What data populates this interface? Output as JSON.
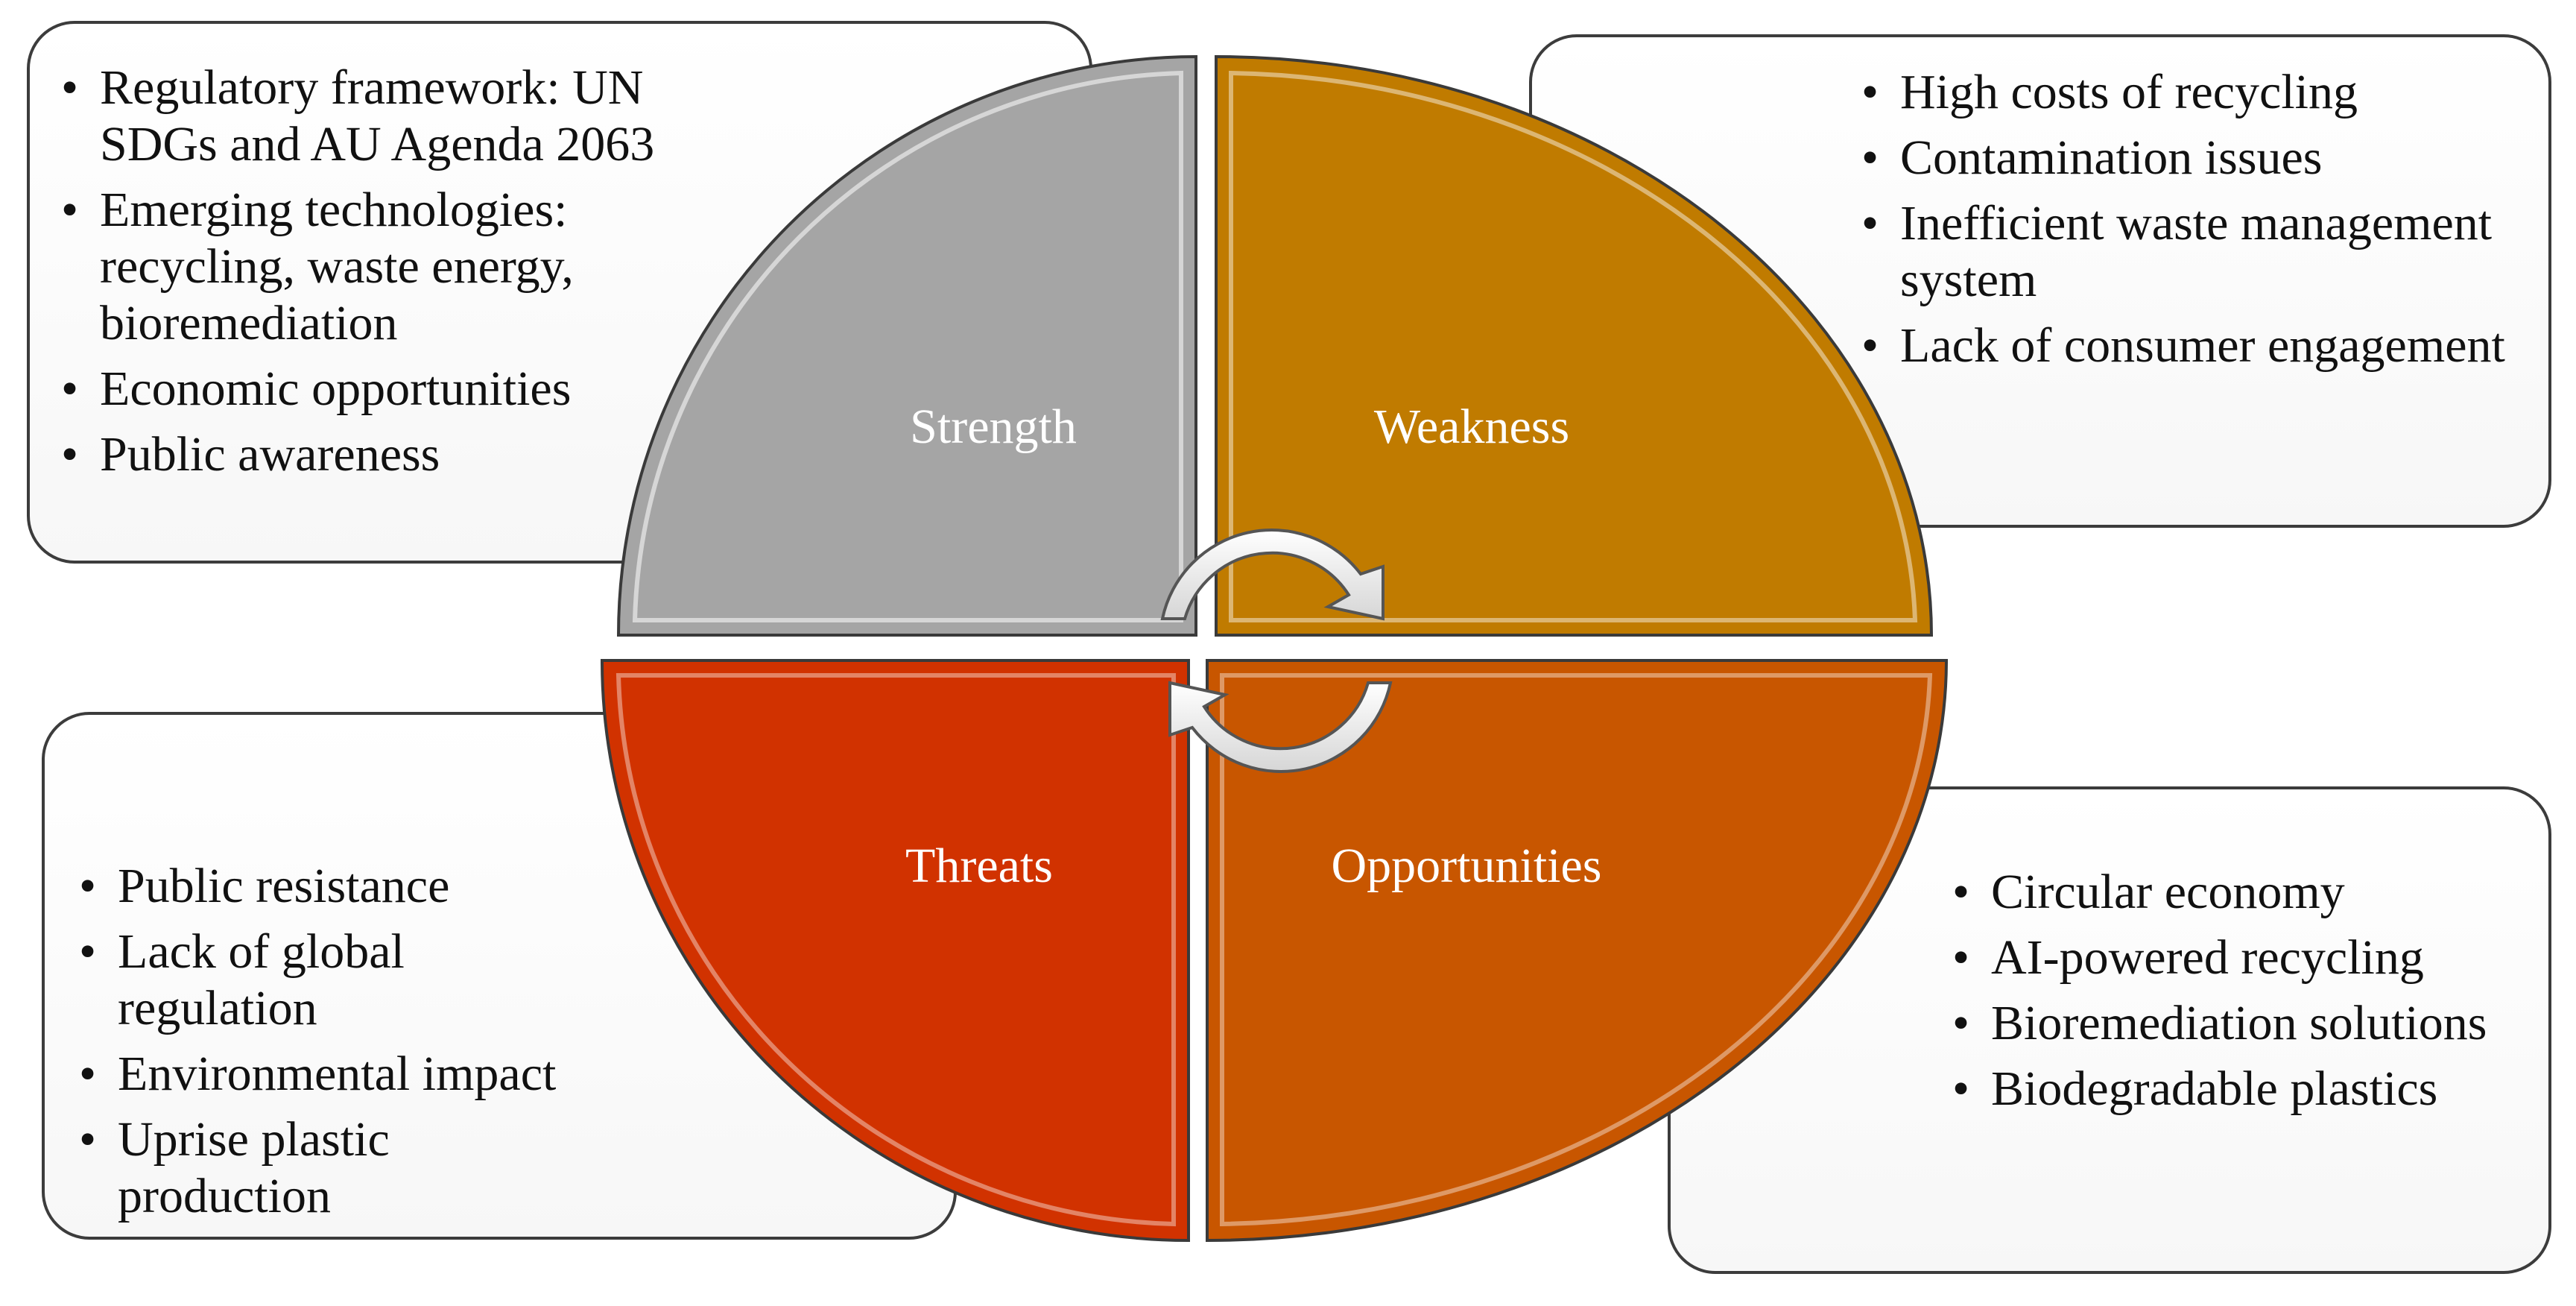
{
  "diagram": {
    "strength": {
      "label": "Strength",
      "color": "#a5a5a5",
      "items": [
        "Regulatory framework: UN SDGs and AU Agenda 2063",
        "Emerging technologies: recycling, waste energy, bioremediation",
        "Economic opportunities",
        "Public awareness"
      ]
    },
    "weakness": {
      "label": "Weakness",
      "color": "#c07b00",
      "items": [
        "High costs of recycling",
        "Contamination issues",
        "Inefficient waste management system",
        "Lack of consumer engagement"
      ]
    },
    "threats": {
      "label": "Threats",
      "color": "#d13200",
      "items": [
        "Public resistance",
        "Lack of global regulation",
        "Environmental impact",
        "Uprise plastic production"
      ]
    },
    "opportunities": {
      "label": "Opportunities",
      "color": "#c85600",
      "items": [
        "Circular economy",
        "AI-powered recycling",
        "Bioremediation solutions",
        "Biodegradable plastics"
      ]
    }
  }
}
